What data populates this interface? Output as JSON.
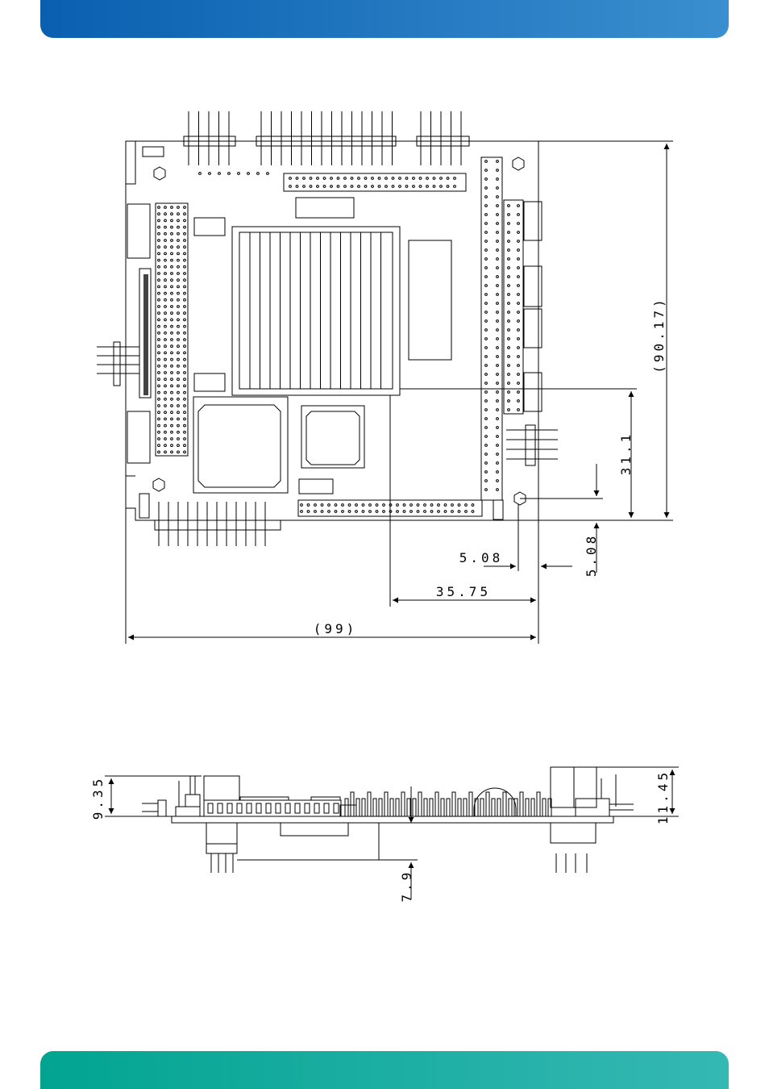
{
  "header": {
    "color_start": "#0a5fb0",
    "color_end": "#3a8fcf"
  },
  "footer": {
    "color_start": "#02a491",
    "color_end": "#35b8b4"
  },
  "top_view": {
    "dimensions": {
      "overall_width": "(99)",
      "overall_height": "(90.17)",
      "hole_offset_x": "5.08",
      "hole_offset_y": "5.08",
      "cpu_offset_x": "35.75",
      "cpu_offset_y": "31.1"
    }
  },
  "side_view": {
    "dimensions": {
      "left_height": "9.35",
      "right_height": "11.45",
      "bottom_depth": "7.9"
    }
  }
}
